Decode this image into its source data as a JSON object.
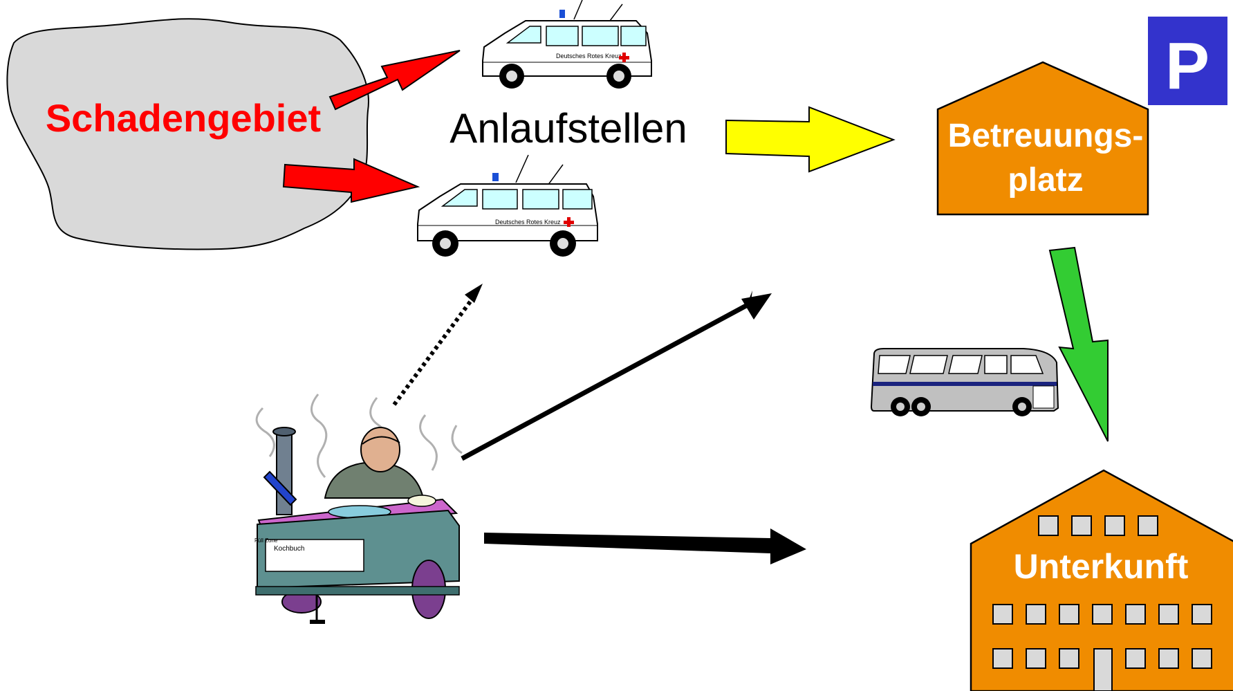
{
  "labels": {
    "damage_area": "Schadengebiet",
    "contact_points": "Anlaufstellen",
    "care_station_line1": "Betreuungs-",
    "care_station_line2": "platz",
    "accommodation": "Unterkunft",
    "parking_sign": "P"
  },
  "vehicle_text": {
    "ambulance_side": "Deutsches Rotes Kreuz",
    "cookbook_sign": "Kochbuch",
    "cookbook_small": "Füll Zone"
  },
  "colors": {
    "damage_text": "#ff0000",
    "damage_area_fill": "#d9d9d9",
    "arrow_red": "#ff0000",
    "arrow_yellow": "#ffff00",
    "arrow_green": "#33cc33",
    "arrow_black": "#000000",
    "building_fill": "#f08c00",
    "parking_bg": "#3333cc",
    "window_fill": "#c0c0c0"
  }
}
